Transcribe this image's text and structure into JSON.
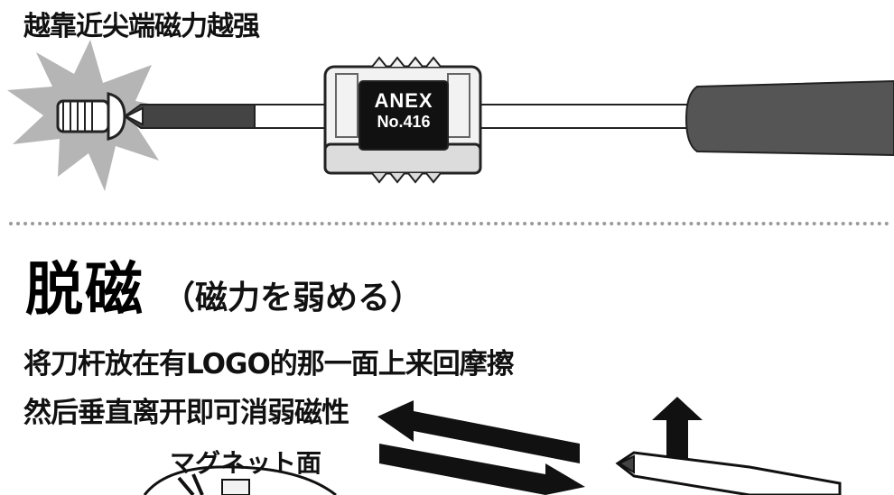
{
  "top": {
    "caption": "越靠近尖端磁力越强",
    "logo_brand": "ANEX",
    "logo_model": "No.416"
  },
  "demag": {
    "title": "脱磁",
    "subtitle": "（磁力を弱める）",
    "line1": "将刀杆放在有LOGO的那一面上来回摩擦",
    "line2": "然后垂直离开即可消弱磁性",
    "magnet_face_label": "マグネット面"
  },
  "colors": {
    "handle": "#555555",
    "starburst": "#b5b5b5",
    "shaft_dark": "#444444",
    "logo_bg": "#111111",
    "arrow": "#111111"
  }
}
